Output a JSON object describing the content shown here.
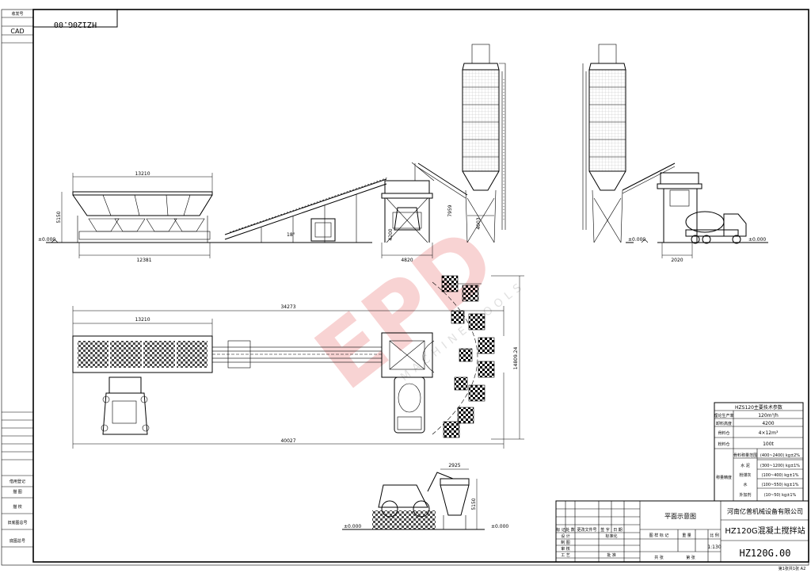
{
  "title_block": {
    "drawing_no_label": "收发号",
    "cad": "CAD",
    "drawing_no_mirrored": "HZ120G.00",
    "side_labels": [
      "借用登记",
      "描 图",
      "描 校",
      "旧底图总号",
      "底图总号"
    ],
    "company": "河南亿普机械设备有限公司",
    "product": "HZ120G混凝土搅拌站",
    "view_name": "平面示意图",
    "scale": "1:130",
    "drawing_no": "HZ120G.00",
    "sheet": "第1张共1张 A2",
    "row_labels": [
      "标 记",
      "处 数",
      "更改文件号",
      "签 字",
      "日 期",
      "设 计",
      "标准化",
      "制 图",
      "审 核",
      "工 艺",
      "批 准"
    ],
    "stage_labels": [
      "图 样 标 记",
      "重 量",
      "比 例"
    ],
    "sheet_labels": [
      "共 张",
      "第 张"
    ]
  },
  "spec_table": {
    "title": "HZS120主要技术参数",
    "rows": [
      {
        "label": "理论生产率",
        "value": "120m³/h"
      },
      {
        "label": "卸料高度",
        "value": "4200"
      },
      {
        "label": "骨料仓",
        "value": "4×12m³"
      },
      {
        "label": "粉料仓",
        "value": "100t"
      }
    ],
    "group_label": "称量精度",
    "group_rows": [
      {
        "label": "骨料称量范围",
        "value": "(400~2400) kg±2%"
      },
      {
        "label": "水 泥",
        "value": "(300~1200) kg±1%"
      },
      {
        "label": "粉煤灰",
        "value": "(100~400) kg±1%"
      },
      {
        "label": "水",
        "value": "(100~550) kg±1%"
      },
      {
        "label": "外加剂",
        "value": "(10~50) kg±1%"
      }
    ]
  },
  "dimensions": {
    "hopper_length": "13210",
    "hopper_base": "12381",
    "hopper_height": "5150",
    "ground_level": "±0.000",
    "conveyor_angle": "18°",
    "mixer_width": "4820",
    "discharge_height": "4200",
    "silo_leg": "4003",
    "silo_cone": "7959",
    "end_width": "2020",
    "plan_overall": "34273",
    "plan_hopper": "13210",
    "plan_total": "40027",
    "plan_height": "14809.24",
    "loader_width": "2925",
    "loader_height": "5150"
  },
  "watermark": {
    "brand": "EPD",
    "tagline": "MACHINE TOOLS"
  }
}
